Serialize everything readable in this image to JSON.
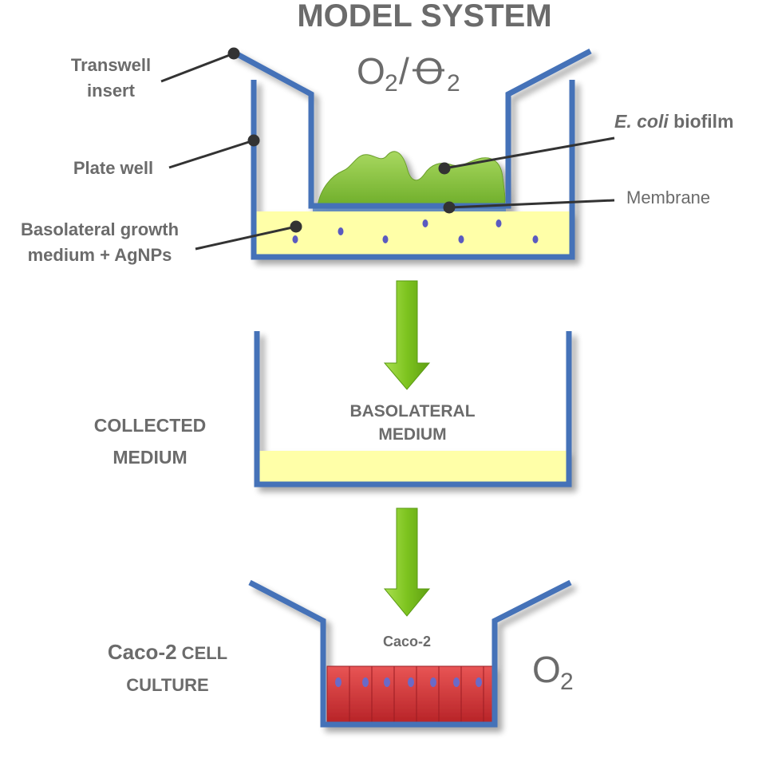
{
  "title": "MODEL SYSTEM",
  "oxygen_top": {
    "base": "O",
    "sub": "2",
    "slash": "/",
    "struck_base": "O",
    "struck_sub": "2"
  },
  "labels": {
    "transwell_1": "Transwell",
    "transwell_2": "insert",
    "plate_well": "Plate well",
    "basolateral_1": "Basolateral growth",
    "basolateral_2": "medium + AgNPs",
    "biofilm_italic": "E. coli",
    "biofilm_rest": " biofilm",
    "membrane": "Membrane",
    "basolateral_medium_1": "BASOLATERAL",
    "basolateral_medium_2": "MEDIUM",
    "collected_1": "COLLECTED",
    "collected_2": "MEDIUM",
    "caco_inner": "Caco-2",
    "caco_culture_a": "Caco-2",
    "caco_culture_b": " CELL",
    "caco_culture_2": "CULTURE"
  },
  "oxygen_bottom": {
    "base": "O",
    "sub": "2"
  },
  "colors": {
    "well_blue": "#4572b8",
    "medium_yellow": "#ffffa8",
    "biofilm_green": "#8cc63f",
    "arrow_green": "#7dc31f",
    "cell_red": "#d9363a",
    "nucleus_blue": "#6a6ac8",
    "text_gray": "#6b6b6b"
  }
}
